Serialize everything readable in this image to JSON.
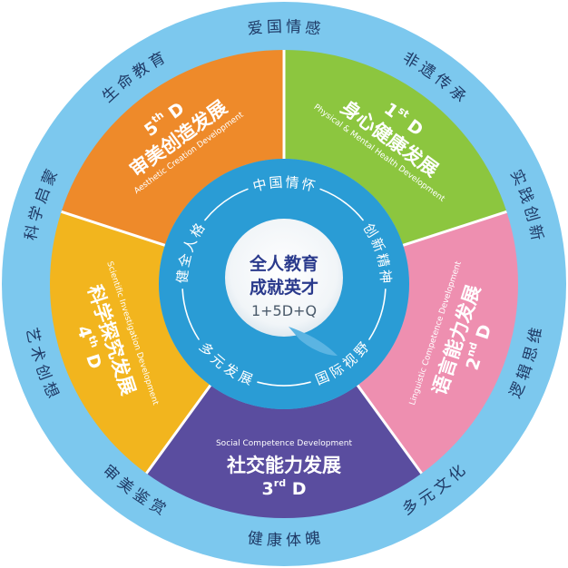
{
  "outer_ring": {
    "color": "#7cc8ee",
    "labels": [
      "爱国情感",
      "非遗传承",
      "实践创新",
      "逻辑思维",
      "多元文化",
      "健康体魄",
      "审美鉴赏",
      "艺术创想",
      "科学启蒙",
      "生命教育"
    ]
  },
  "segments": [
    {
      "number": "1",
      "suffix": "st",
      "d": "D",
      "zh": "身心健康发展",
      "en": "Physical & Mental Health Development",
      "color": "#8cc63f"
    },
    {
      "number": "2",
      "suffix": "nd",
      "d": "D",
      "zh": "语言能力发展",
      "en": "Linguistic Competence Development",
      "color": "#ee8fb0"
    },
    {
      "number": "3",
      "suffix": "rd",
      "d": "D",
      "zh": "社交能力发展",
      "en": "Social Competence Development",
      "color": "#5a4d9f"
    },
    {
      "number": "4",
      "suffix": "th",
      "d": "D",
      "zh": "科学探究发展",
      "en": "Scientific Investigation Development",
      "color": "#f2b51e"
    },
    {
      "number": "5",
      "suffix": "th",
      "d": "D",
      "zh": "审美创造发展",
      "en": "Aesthetic Creation Development",
      "color": "#ee8a2a"
    }
  ],
  "inner_ring": {
    "color": "#2a9cd5",
    "labels": [
      "中国情怀",
      "创新精神",
      "国际视野",
      "多元发展",
      "健全人格"
    ]
  },
  "center": {
    "line1": "全人教育",
    "line2": "成就英才",
    "line3": "1+5D+Q"
  }
}
